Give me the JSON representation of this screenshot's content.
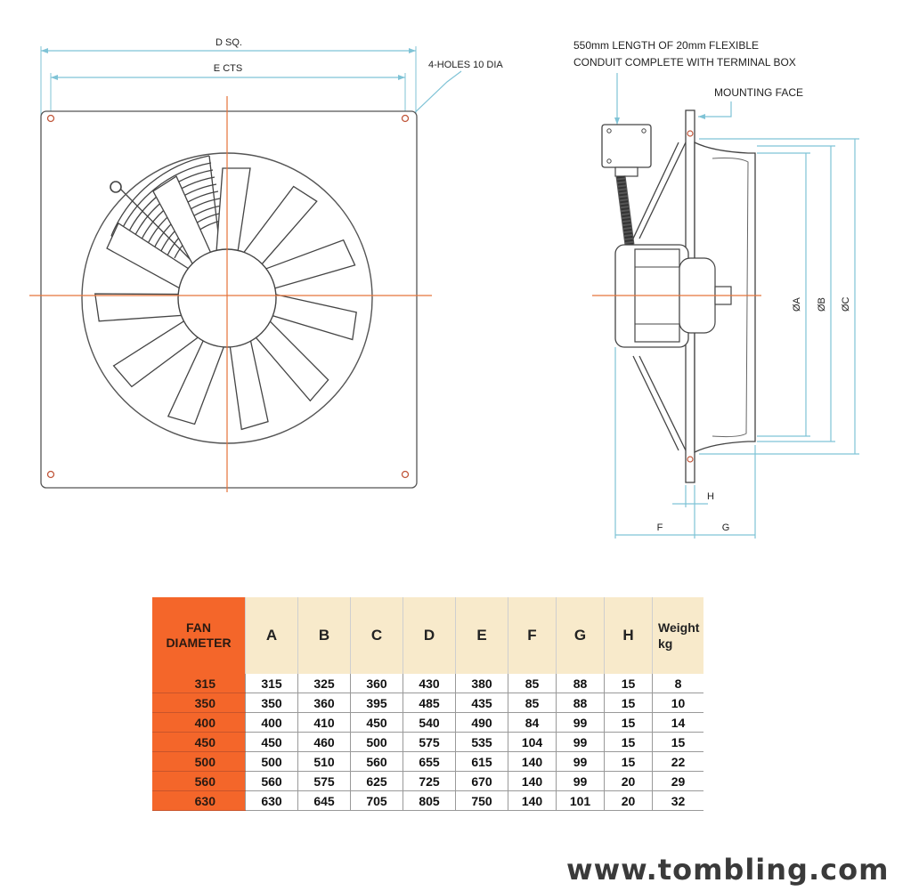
{
  "front_view": {
    "dim_d_label": "D SQ.",
    "dim_e_label": "E CTS",
    "holes_label": "4-HOLES 10 DIA"
  },
  "side_view": {
    "conduit_note_line1": "550mm LENGTH OF 20mm FLEXIBLE",
    "conduit_note_line2": "CONDUIT COMPLETE WITH TERMINAL BOX",
    "mounting_face_label": "MOUNTING FACE",
    "dim_a_label": "ØA",
    "dim_b_label": "ØB",
    "dim_c_label": "ØC",
    "dim_f_label": "F",
    "dim_g_label": "G",
    "dim_h_label": "H"
  },
  "colors": {
    "accent_orange": "#f4662a",
    "header_cream": "#f8eacb",
    "dimension_blue": "#7fc3d6",
    "centerline_orange": "#e5733a"
  },
  "table": {
    "corner_line1": "FAN",
    "corner_line2": "DIAMETER",
    "headers": [
      "A",
      "B",
      "C",
      "D",
      "E",
      "F",
      "G",
      "H"
    ],
    "weight_line1": "Weight",
    "weight_line2": "kg",
    "rows": [
      {
        "diameter": "315",
        "values": [
          "315",
          "325",
          "360",
          "430",
          "380",
          "85",
          "88",
          "15",
          "8"
        ]
      },
      {
        "diameter": "350",
        "values": [
          "350",
          "360",
          "395",
          "485",
          "435",
          "85",
          "88",
          "15",
          "10"
        ]
      },
      {
        "diameter": "400",
        "values": [
          "400",
          "410",
          "450",
          "540",
          "490",
          "84",
          "99",
          "15",
          "14"
        ]
      },
      {
        "diameter": "450",
        "values": [
          "450",
          "460",
          "500",
          "575",
          "535",
          "104",
          "99",
          "15",
          "15"
        ]
      },
      {
        "diameter": "500",
        "values": [
          "500",
          "510",
          "560",
          "655",
          "615",
          "140",
          "99",
          "15",
          "22"
        ]
      },
      {
        "diameter": "560",
        "values": [
          "560",
          "575",
          "625",
          "725",
          "670",
          "140",
          "99",
          "20",
          "29"
        ]
      },
      {
        "diameter": "630",
        "values": [
          "630",
          "645",
          "705",
          "805",
          "750",
          "140",
          "101",
          "20",
          "32"
        ]
      }
    ]
  },
  "footer": {
    "website": "www.tombling.com"
  }
}
